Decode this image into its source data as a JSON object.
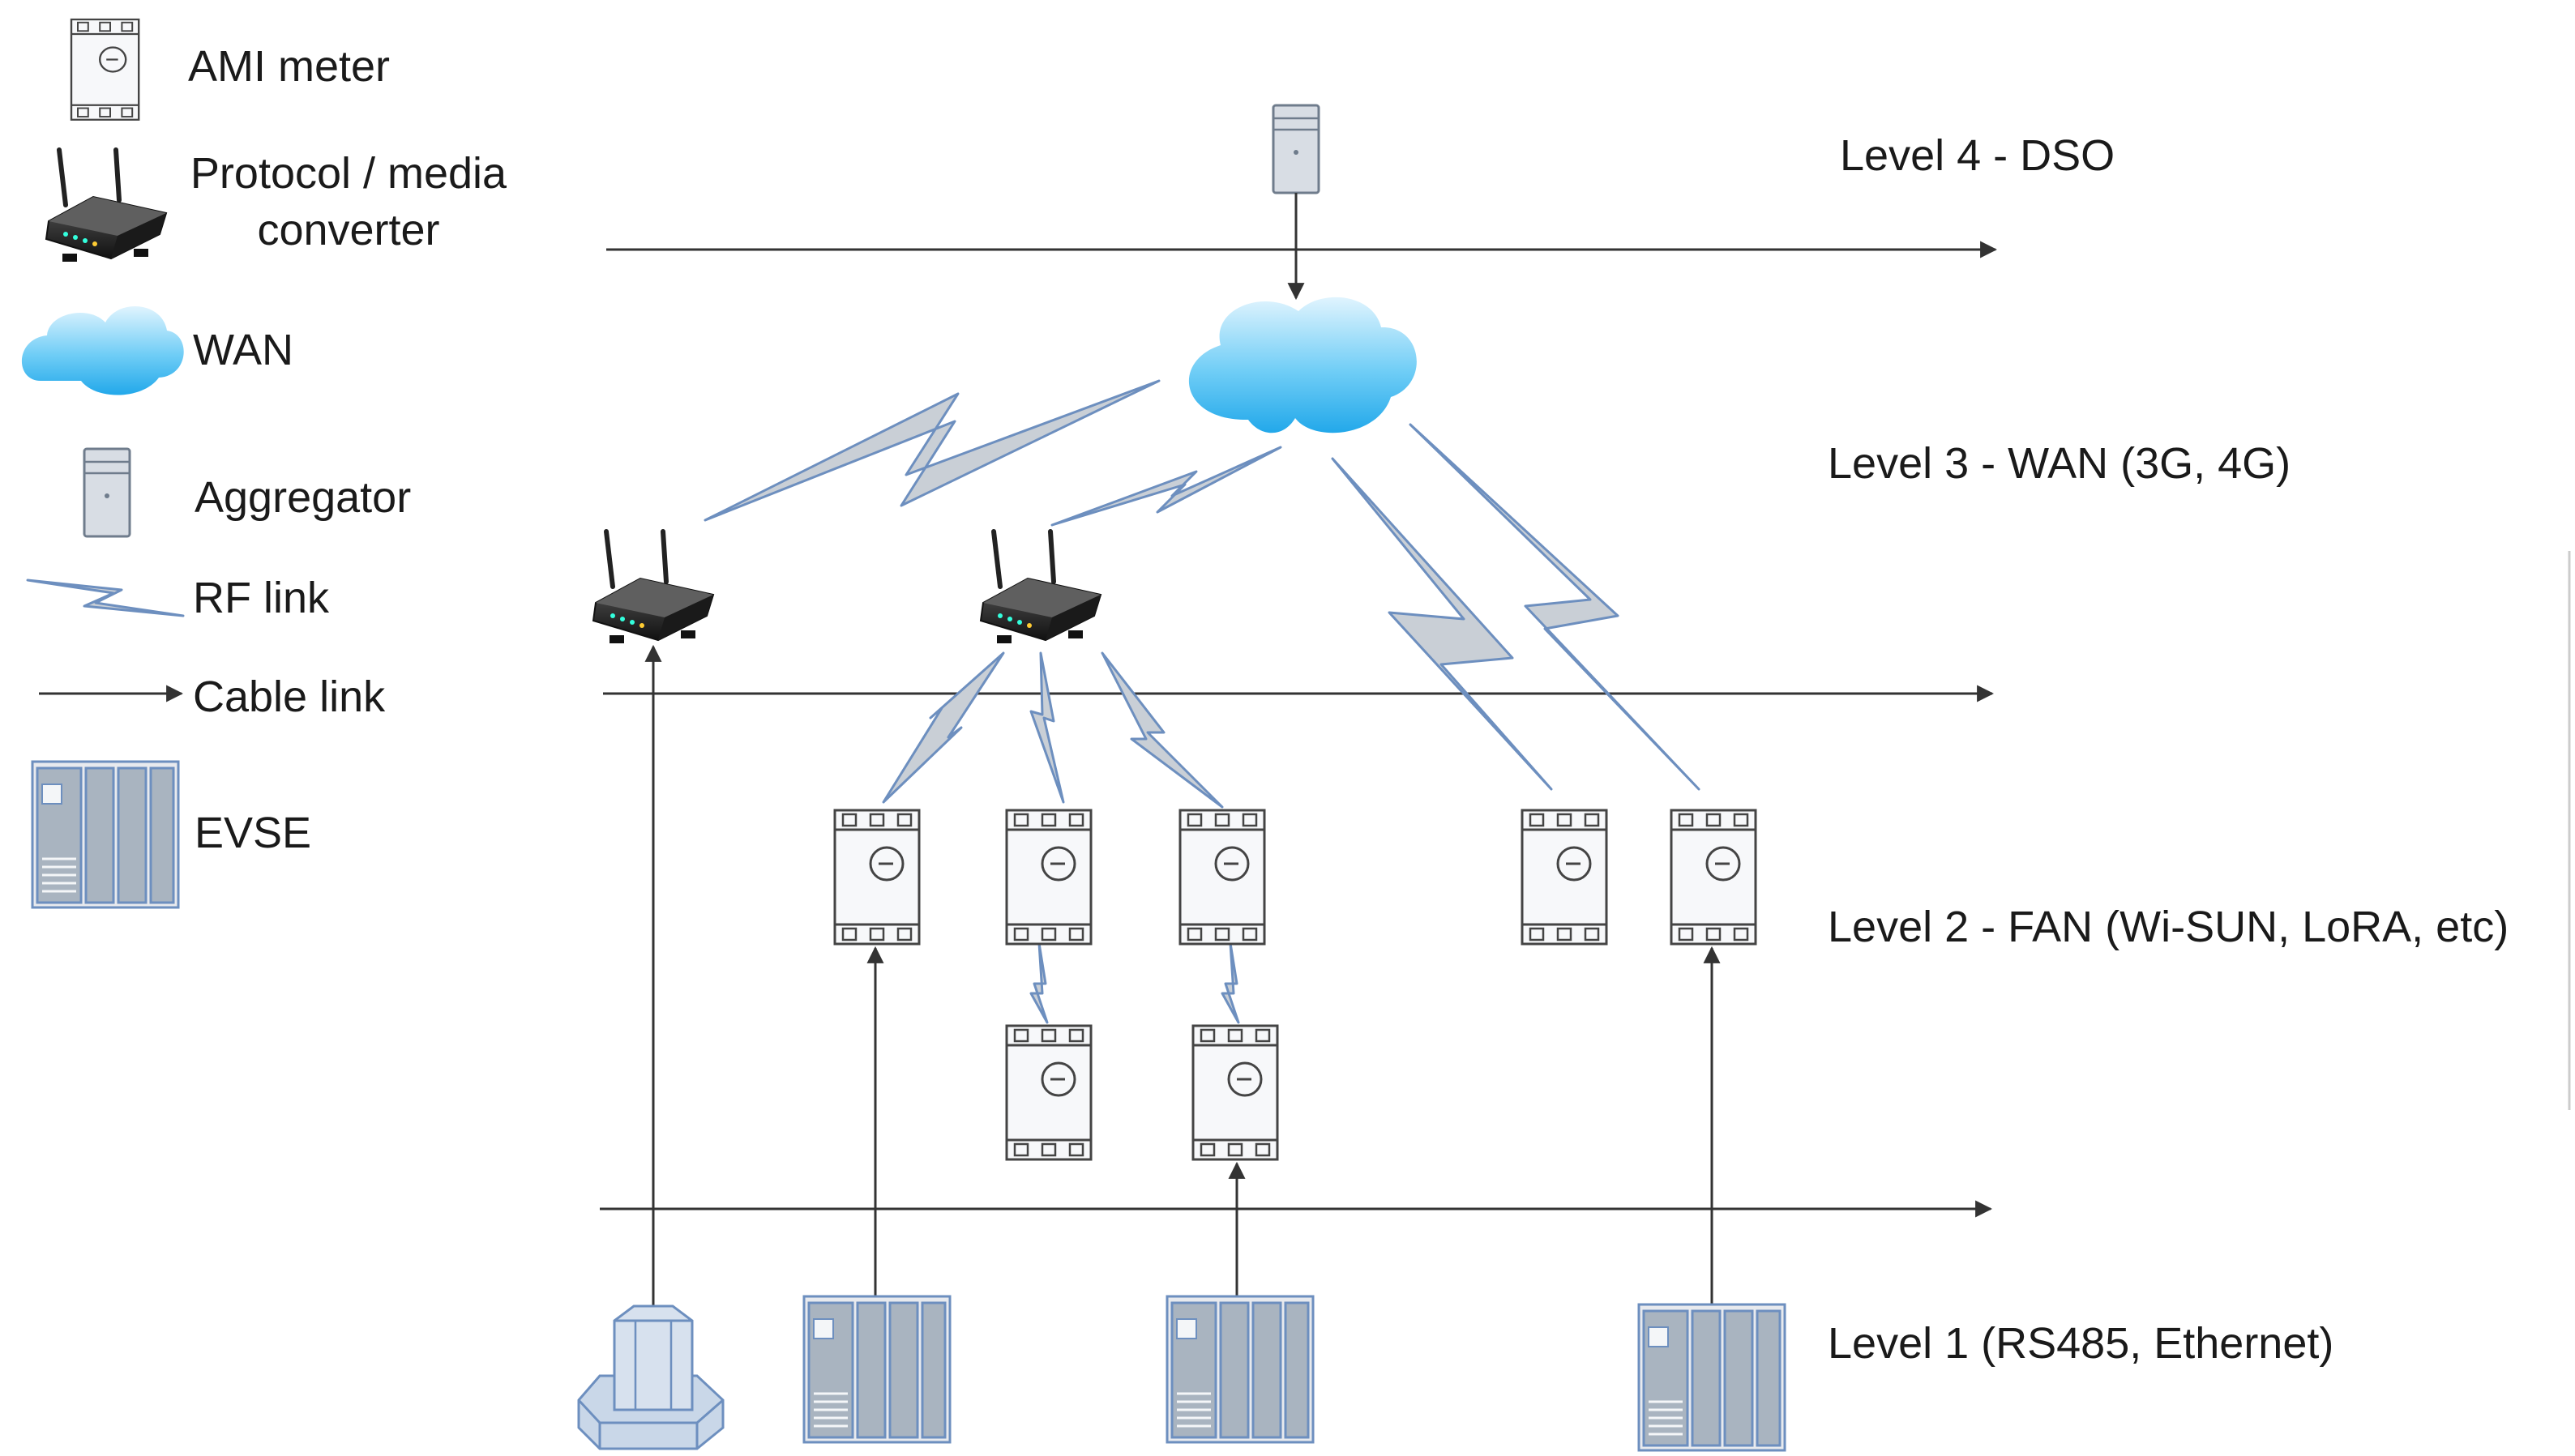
{
  "legend": {
    "ami_meter": "AMI meter",
    "converter_line1": "Protocol / media",
    "converter_line2": "converter",
    "wan": "WAN",
    "aggregator": "Aggregator",
    "rf_link": "RF link",
    "cable_link": "Cable link",
    "evse": "EVSE"
  },
  "levels": {
    "level4": "Level 4 - DSO",
    "level3": "Level 3 - WAN (3G, 4G)",
    "level2": "Level 2 - FAN (Wi-SUN, LoRA, etc)",
    "level1": "Level 1 (RS485, Ethernet)"
  },
  "icons": {
    "meter": "ami-meter-icon",
    "converter": "router-icon",
    "cloud": "cloud-icon",
    "aggregator": "server-tower-icon",
    "rf": "lightning-bolt-icon",
    "cable": "arrow-icon",
    "evse": "charging-station-icon",
    "ev_charger": "charger-post-icon"
  },
  "colors": {
    "line": "#333333",
    "rf_fill": "#c9cfd6",
    "rf_stroke": "#6d8fbf",
    "cloud_light": "#d9f1fd",
    "cloud_dark": "#2fb2ee",
    "device_fill": "#f2f4f7",
    "evse_fill": "#a9c3dc"
  }
}
